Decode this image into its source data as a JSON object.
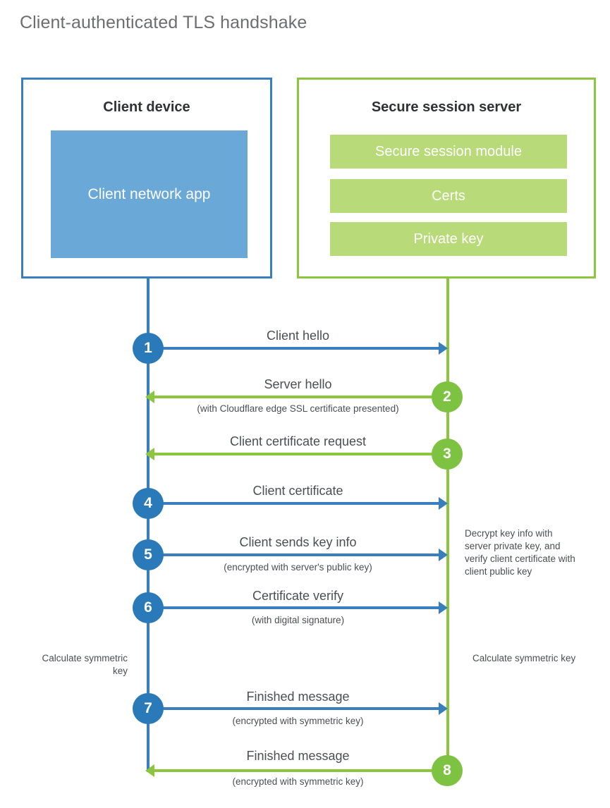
{
  "title": "Client-authenticated TLS handshake",
  "colors": {
    "blue_border": "#3a7ebd",
    "blue_fill": "#6aa8d8",
    "blue_circle": "#2a7ab9",
    "green_border": "#8cc63e",
    "green_fill": "#b8da79",
    "green_circle": "#7ec242",
    "title_text": "#6d6e70",
    "body_text": "#4a4f51"
  },
  "entities": {
    "client": {
      "title": "Client device",
      "blocks": [
        {
          "label": "Client network app"
        }
      ]
    },
    "server": {
      "title": "Secure session server",
      "blocks": [
        {
          "label": "Secure session module"
        },
        {
          "label": "Certs"
        },
        {
          "label": "Private key"
        }
      ]
    }
  },
  "steps": [
    {
      "number": "1",
      "label": "Client hello",
      "sub": "",
      "direction": "client-to-server",
      "color": "blue"
    },
    {
      "number": "2",
      "label": "Server hello",
      "sub": "(with Cloudflare edge SSL certificate presented)",
      "direction": "server-to-client",
      "color": "green"
    },
    {
      "number": "3",
      "label": "Client certificate request",
      "sub": "",
      "direction": "server-to-client",
      "color": "green"
    },
    {
      "number": "4",
      "label": "Client certificate",
      "sub": "",
      "direction": "client-to-server",
      "color": "blue"
    },
    {
      "number": "5",
      "label": "Client sends key info",
      "sub": "(encrypted with server's public key)",
      "direction": "client-to-server",
      "color": "blue"
    },
    {
      "number": "6",
      "label": "Certificate verify",
      "sub": "(with digital signature)",
      "direction": "client-to-server",
      "color": "blue"
    },
    {
      "number": "7",
      "label": "Finished message",
      "sub": "(encrypted with symmetric key)",
      "direction": "client-to-server",
      "color": "blue"
    },
    {
      "number": "8",
      "label": "Finished message",
      "sub": "(encrypted with symmetric key)",
      "direction": "server-to-client",
      "color": "green"
    }
  ],
  "notes": {
    "server_decrypt": "Decrypt key info with server private key, and verify client certificate with client public key",
    "client_calculate": "Calculate symmetric key",
    "server_calculate": "Calculate symmetric key"
  }
}
